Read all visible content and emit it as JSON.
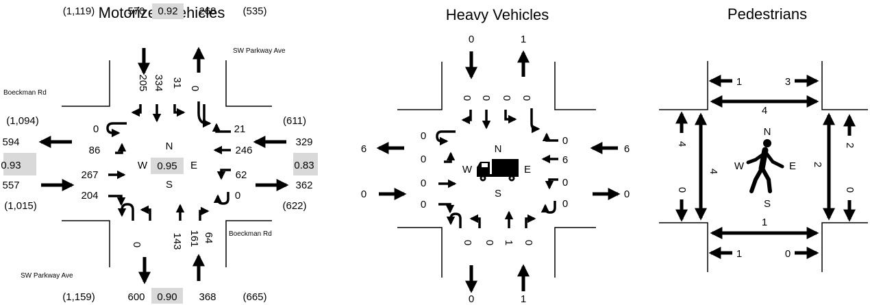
{
  "motorized": {
    "title": "Motorized Vehicles",
    "street_nw": "Boeckman Rd",
    "street_ne": "SW Parkway Ave",
    "street_se": "Boeckman Rd",
    "street_sw": "SW Parkway Ave",
    "north": {
      "left_total": "(1,119)",
      "in": "570",
      "phf": "0.92",
      "out": "268",
      "right_total": "(535)",
      "moves": [
        "205",
        "334",
        "31",
        "0"
      ]
    },
    "south": {
      "left_total": "(1,159)",
      "out": "600",
      "phf": "0.90",
      "in": "368",
      "right_total": "(665)",
      "moves": [
        "0",
        "143",
        "161",
        "64"
      ]
    },
    "west": {
      "top_total": "(1,094)",
      "out": "594",
      "phf": "0.93",
      "in": "557",
      "bottom_total": "(1,015)",
      "moves": [
        "0",
        "86",
        "267",
        "204"
      ]
    },
    "east": {
      "top_total": "(611)",
      "in": "329",
      "phf": "0.83",
      "out": "362",
      "bottom_total": "(622)",
      "moves": [
        "21",
        "246",
        "62",
        "0"
      ]
    },
    "center": {
      "n": "N",
      "s": "S",
      "e": "E",
      "w": "W",
      "phf": "0.95"
    }
  },
  "heavy": {
    "title": "Heavy Vehicles",
    "north": {
      "in": "0",
      "out": "1",
      "moves": [
        "0",
        "0",
        "0",
        "0"
      ]
    },
    "south": {
      "out": "0",
      "in": "1",
      "moves": [
        "0",
        "0",
        "1",
        "0"
      ]
    },
    "west": {
      "out": "6",
      "in": "0",
      "moves": [
        "0",
        "0",
        "0",
        "0"
      ]
    },
    "east": {
      "in": "6",
      "out": "0",
      "moves": [
        "0",
        "6",
        "0",
        "0"
      ]
    },
    "center": {
      "n": "N",
      "s": "S",
      "e": "E",
      "w": "W"
    }
  },
  "pedestrians": {
    "title": "Pedestrians",
    "north": {
      "left": "1",
      "right": "3",
      "total": "4"
    },
    "south": {
      "total": "1",
      "left": "1",
      "right": "0"
    },
    "west": {
      "total": "4",
      "up": "4",
      "down": "0"
    },
    "east": {
      "total": "2",
      "up": "2",
      "down": "0"
    },
    "center": {
      "n": "N",
      "s": "S",
      "e": "E",
      "w": "W"
    }
  },
  "colors": {
    "phf_box": "#d9d9d9",
    "ink": "#000000",
    "background": "#ffffff"
  },
  "icons": [
    "truck-icon",
    "pedestrian-icon"
  ]
}
